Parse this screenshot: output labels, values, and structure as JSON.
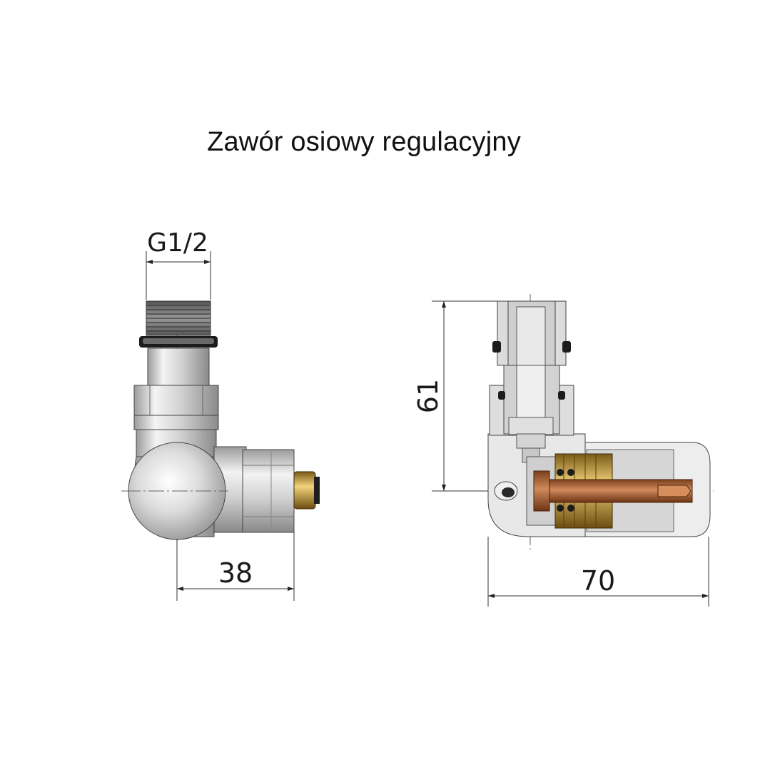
{
  "title": "Zawór osiowy regulacyjny",
  "dimensions": {
    "thread": "G1/2",
    "left_width": "38",
    "height": "61",
    "right_width": "70"
  }
}
